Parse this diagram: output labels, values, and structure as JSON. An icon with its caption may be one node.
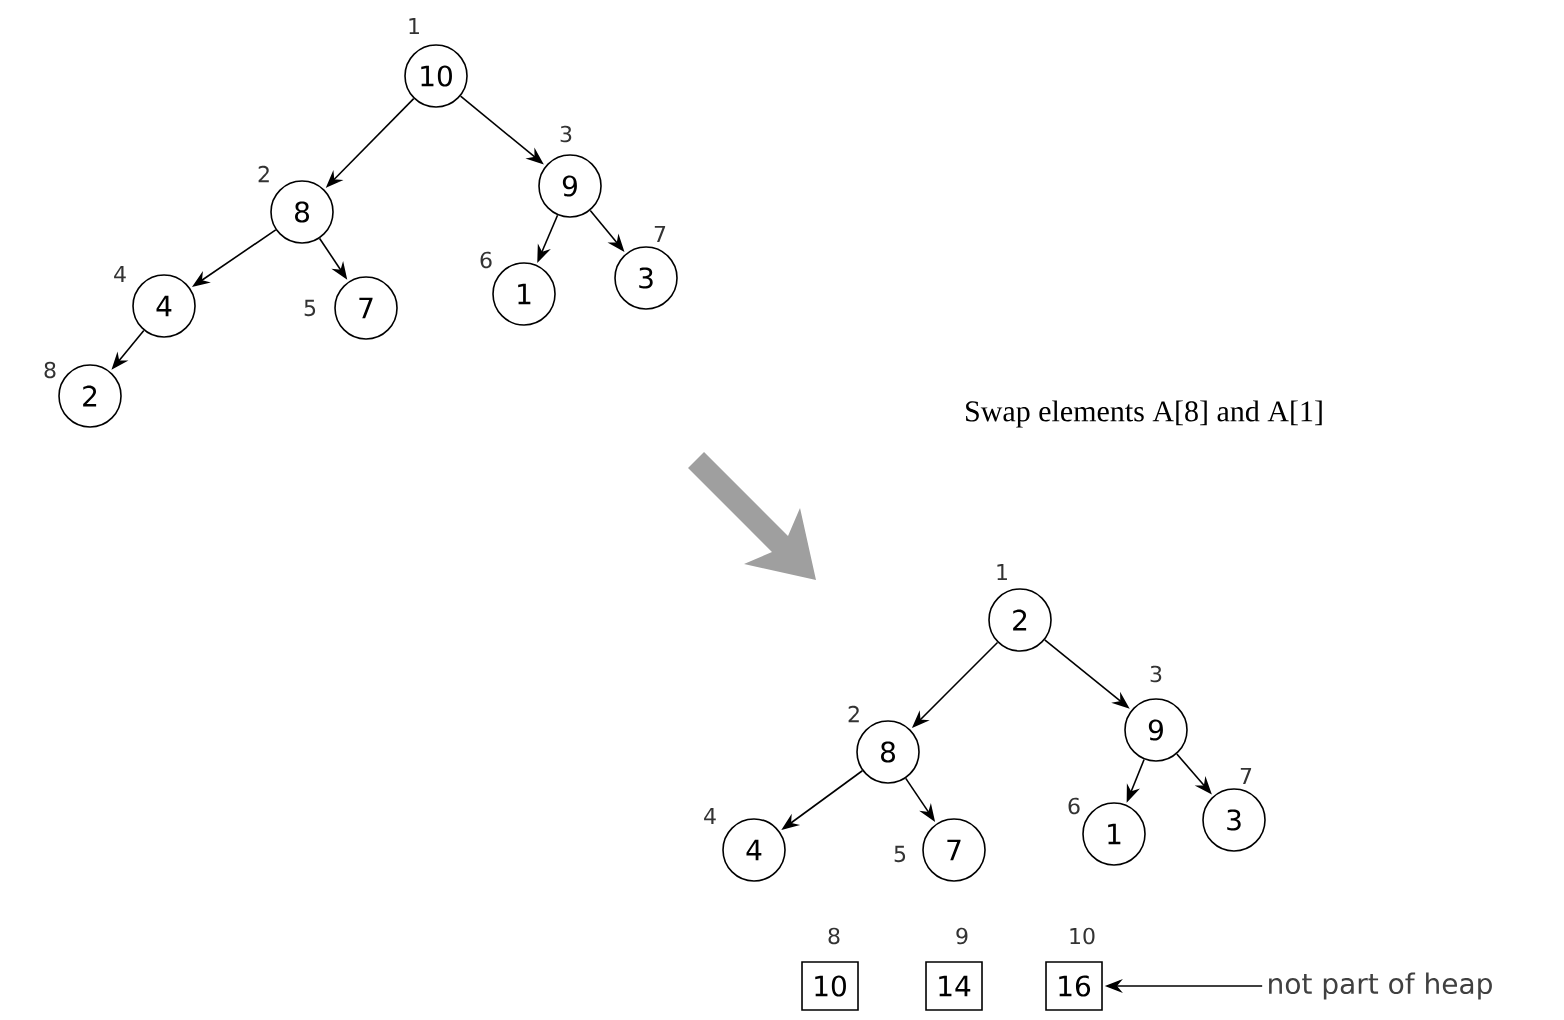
{
  "diagram": {
    "nodes": [
      {
        "text": [
          "10"
        ],
        "beside": [
          "1"
        ]
      },
      {
        "text": [
          "8"
        ],
        "beside": [
          "2"
        ]
      },
      {
        "text": [
          "9"
        ],
        "beside": [
          "3"
        ]
      },
      {
        "text": [
          "4"
        ],
        "beside": [
          "4"
        ]
      },
      {
        "text": [
          "7"
        ],
        "beside": [
          "5"
        ]
      },
      {
        "text": [
          "1"
        ],
        "beside": [
          "6"
        ]
      },
      {
        "text": [
          "3"
        ],
        "beside": [
          "7"
        ]
      },
      {
        "text": [
          "2"
        ],
        "beside": [
          "8"
        ]
      },
      {
        "text": [
          "2"
        ],
        "beside": [
          "1"
        ]
      },
      {
        "text": [
          "8"
        ],
        "beside": [
          "2"
        ]
      },
      {
        "text": [
          "9"
        ],
        "beside": [
          "3"
        ]
      },
      {
        "text": [
          "4"
        ],
        "beside": [
          "4"
        ]
      },
      {
        "text": [
          "7"
        ],
        "beside": [
          "5"
        ]
      },
      {
        "text": [
          "1"
        ],
        "beside": [
          "6"
        ]
      },
      {
        "text": [
          "3"
        ],
        "beside": [
          "7"
        ]
      },
      {
        "text": [
          "10"
        ],
        "beside": [
          "8"
        ]
      },
      {
        "text": [
          "14"
        ],
        "beside": [
          "9"
        ]
      },
      {
        "text": [
          "16"
        ],
        "beside": [
          "10"
        ]
      },
      {
        "text": [
          "not part of heap"
        ]
      }
    ],
    "edges": [
      {
        "from": 0,
        "to": 1,
        "arrow": "to"
      },
      {
        "from": 0,
        "to": 2,
        "arrow": "to"
      },
      {
        "from": 1,
        "to": 3,
        "arrow": "to"
      },
      {
        "from": 1,
        "to": 4,
        "arrow": "to"
      },
      {
        "from": 2,
        "to": 5,
        "arrow": "to"
      },
      {
        "from": 2,
        "to": 6,
        "arrow": "to"
      },
      {
        "from": 3,
        "to": 7,
        "arrow": "to"
      },
      {
        "from": 8,
        "to": 9,
        "arrow": "to"
      },
      {
        "from": 8,
        "to": 10,
        "arrow": "to"
      },
      {
        "from": 9,
        "to": 11,
        "arrow": "to"
      },
      {
        "from": 9,
        "to": 12,
        "arrow": "to"
      },
      {
        "from": 10,
        "to": 13,
        "arrow": "to"
      },
      {
        "from": 10,
        "to": 14,
        "arrow": "to"
      },
      {
        "from": 18,
        "to": 17,
        "arrow": "to"
      }
    ],
    "labels": [
      "Swap elements A[8] and A[1]"
    ]
  }
}
